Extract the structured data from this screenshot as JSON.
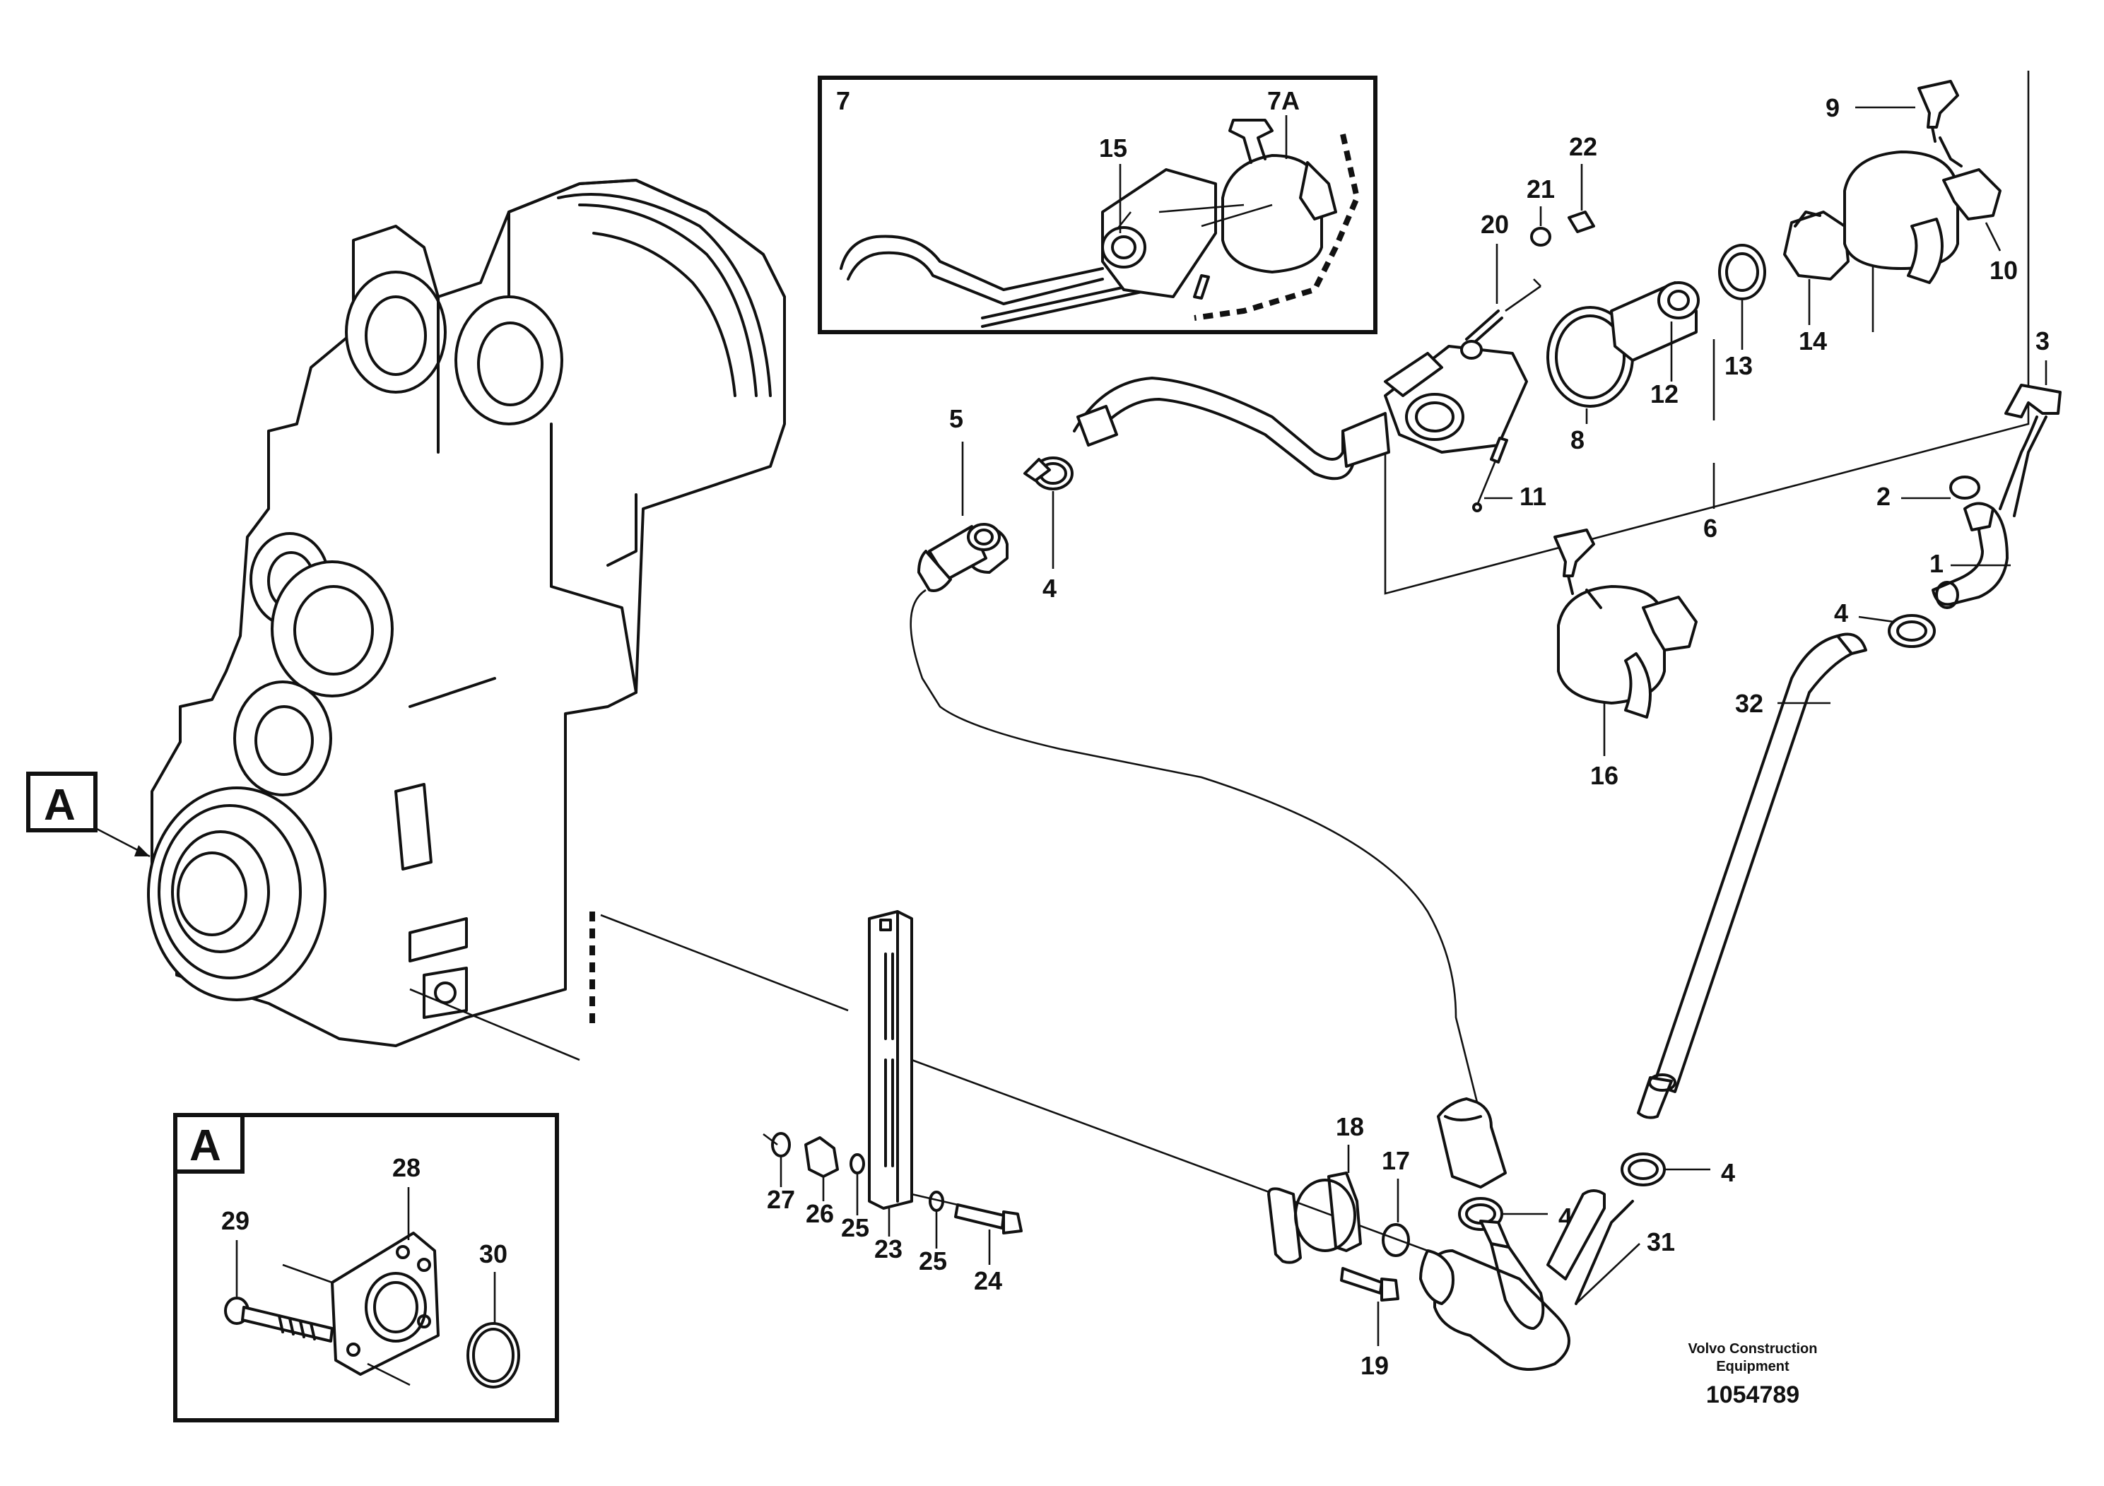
{
  "diagram": {
    "callouts": {
      "c1": "1",
      "c2": "2",
      "c3": "3",
      "c4a": "4",
      "c4b": "4",
      "c4c": "4",
      "c4d": "4",
      "c5": "5",
      "c6": "6",
      "c7": "7",
      "c7a": "7A",
      "c8": "8",
      "c9": "9",
      "c10": "10",
      "c11": "11",
      "c12": "12",
      "c13": "13",
      "c14": "14",
      "c15": "15",
      "c16": "16",
      "c17": "17",
      "c18": "18",
      "c19": "19",
      "c20": "20",
      "c21": "21",
      "c22": "22",
      "c23": "23",
      "c24": "24",
      "c25a": "25",
      "c25b": "25",
      "c26": "26",
      "c27": "27",
      "c28": "28",
      "c29": "29",
      "c30": "30",
      "c31": "31",
      "c32": "32"
    },
    "ref_label": "A",
    "detail_label": "A",
    "brand_line1": "Volvo Construction",
    "brand_line2": "Equipment",
    "doc_number": "1054789"
  }
}
